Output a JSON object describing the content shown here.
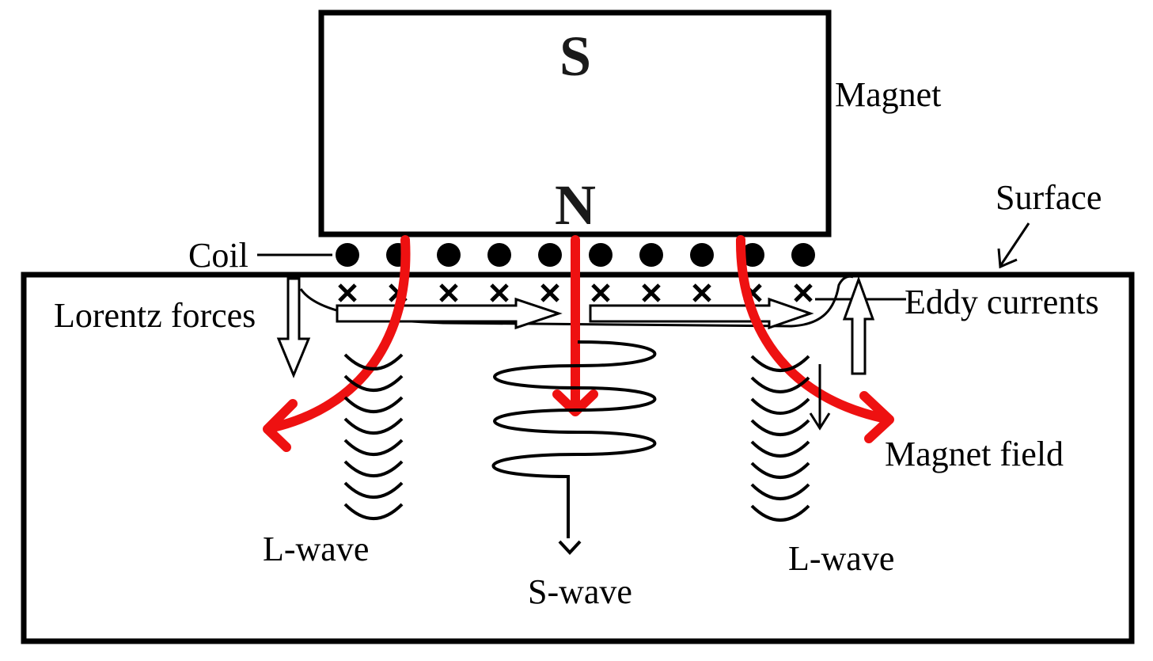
{
  "magnet": {
    "north_pole": "N",
    "south_pole": "S",
    "label": "Magnet"
  },
  "labels": {
    "surface": "Surface",
    "coil": "Coil",
    "lorentz_forces": "Lorentz forces",
    "eddy_currents": "Eddy currents",
    "magnet_field": "Magnet field",
    "l_wave_left": "L-wave",
    "l_wave_right": "L-wave",
    "s_wave": "S-wave"
  },
  "coil_conductor_count": 10,
  "eddy_current_mark_count": 10,
  "colors": {
    "magnetic_field": "#ee1111",
    "outline": "#000000",
    "background": "#ffffff"
  }
}
